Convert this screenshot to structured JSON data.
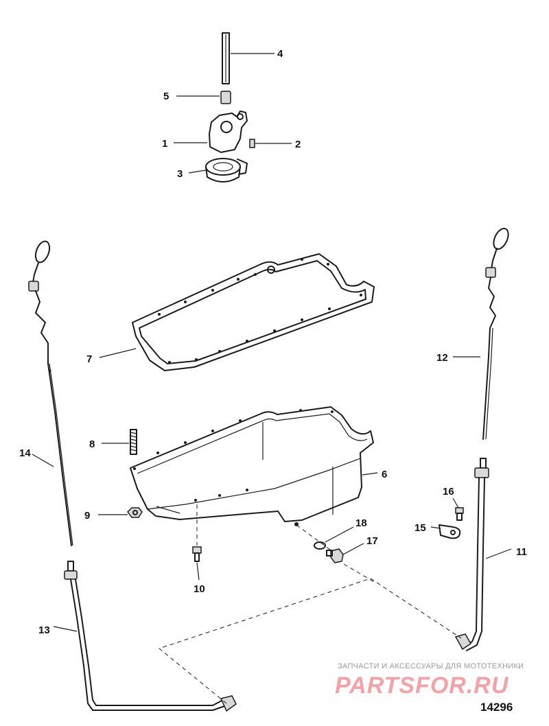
{
  "figure": {
    "number": "14296"
  },
  "watermark": {
    "caption": "ЗАПЧАСТИ И АКСЕССУАРЫ ДЛЯ МОТОТЕХНИКИ",
    "logo_text": "PARTSFOR.RU"
  },
  "callouts": [
    "1",
    "2",
    "3",
    "4",
    "5",
    "6",
    "7",
    "8",
    "9",
    "10",
    "11",
    "12",
    "13",
    "14",
    "15",
    "16",
    "17",
    "18"
  ]
}
